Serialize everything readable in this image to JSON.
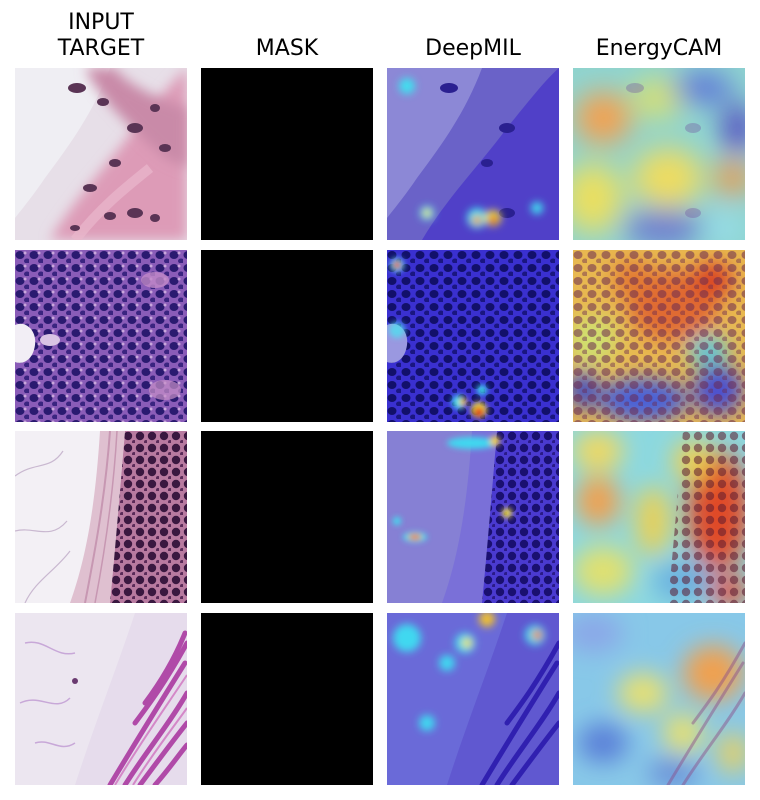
{
  "figure": {
    "columns": [
      {
        "id": "input",
        "title_line1": "INPUT",
        "title_line2": "TARGET"
      },
      {
        "id": "mask",
        "title": "MASK"
      },
      {
        "id": "deepmil",
        "title": "DeepMIL"
      },
      {
        "id": "energycam",
        "title": "EnergyCAM"
      }
    ],
    "rows": [
      {
        "id": "row-1",
        "tissue": "sparse-pink"
      },
      {
        "id": "row-2",
        "tissue": "dense-purple"
      },
      {
        "id": "row-3",
        "tissue": "fat-border"
      },
      {
        "id": "row-4",
        "tissue": "fibrous-lavender"
      }
    ],
    "colors": {
      "mask": "#000000",
      "heat_low": "#3a2fd0",
      "heat_mid": "#f0e04a",
      "heat_high": "#e0201a"
    }
  }
}
